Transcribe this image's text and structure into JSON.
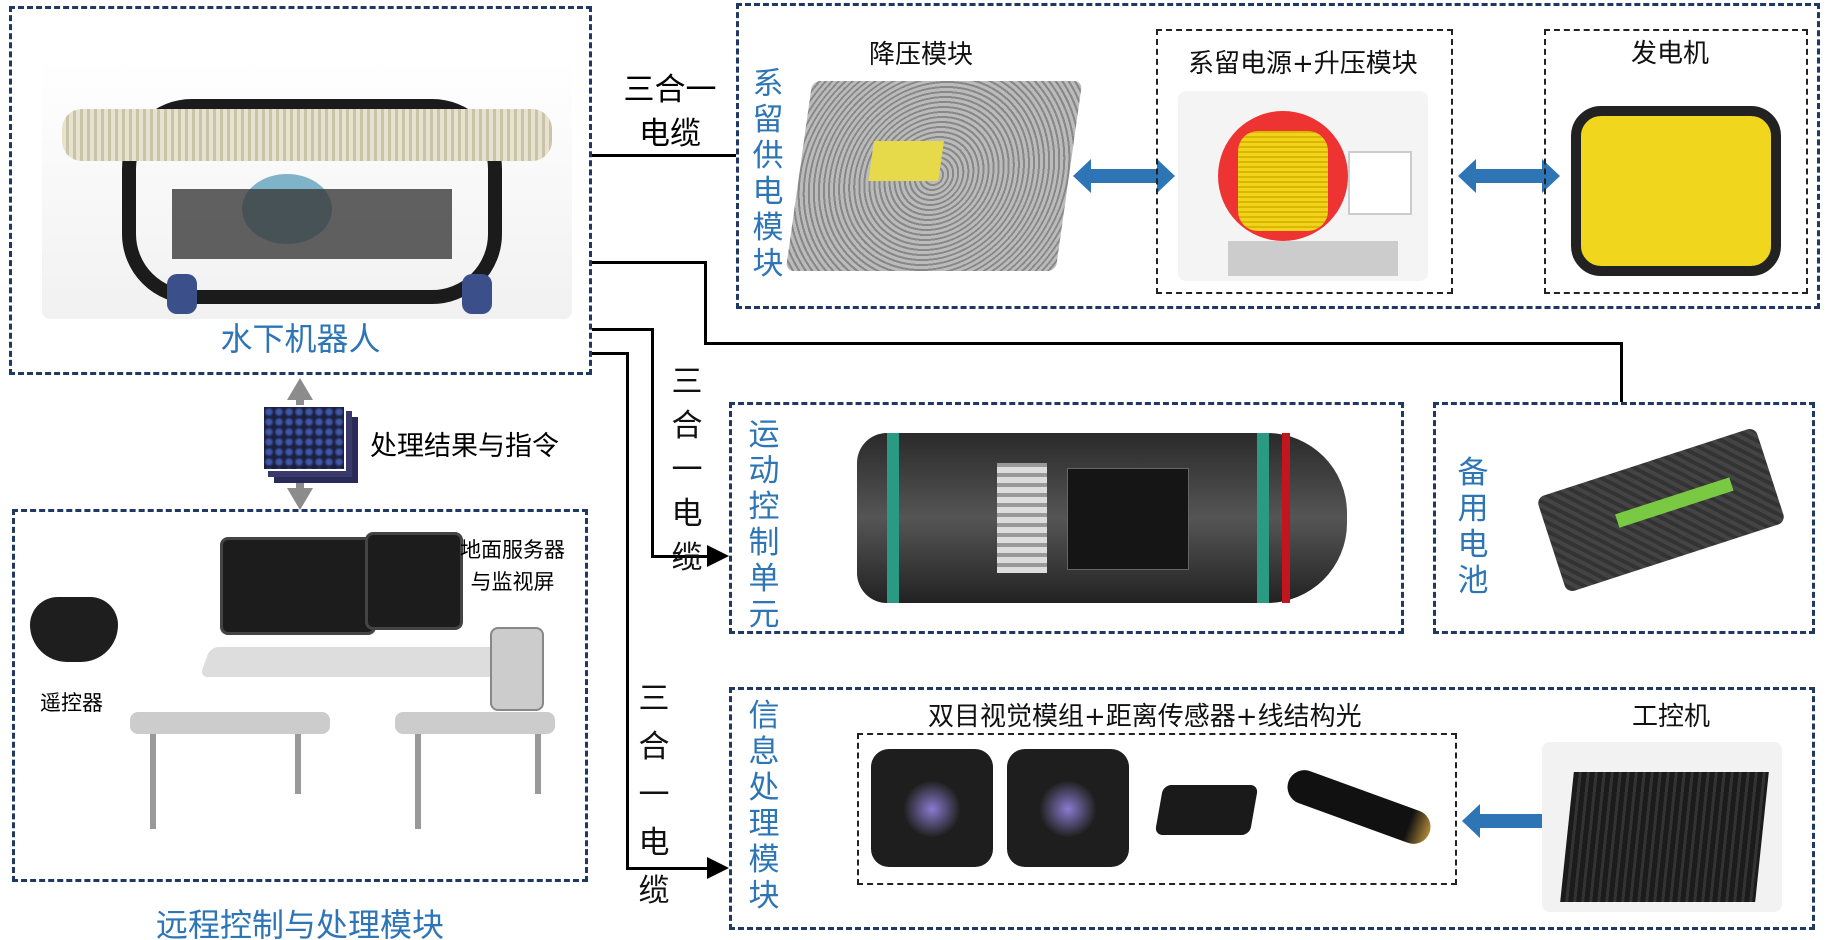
{
  "robot": {
    "label": "水下机器人"
  },
  "tether_power": {
    "label": "系留供电模块",
    "buck": "降压模块",
    "tether_boost": "系留电源+升压模块",
    "generator": "发电机"
  },
  "cables": {
    "c1": "三合一电缆",
    "c2": "三合一电缆",
    "c3": "三合一电缆"
  },
  "motion": {
    "label": "运动控制单元"
  },
  "battery": {
    "label": "备用电池"
  },
  "info": {
    "label": "信息处理模块",
    "sensors": "双目视觉模组+距离传感器+线结构光",
    "ipc": "工控机"
  },
  "remote": {
    "label": "远程控制与处理模块",
    "server": "地面服务器\n与监视屏",
    "controller": "遥控器"
  },
  "link": {
    "label": "处理结果与指令"
  },
  "colors": {
    "accent": "#2e75b6",
    "border": "#1f3864"
  }
}
